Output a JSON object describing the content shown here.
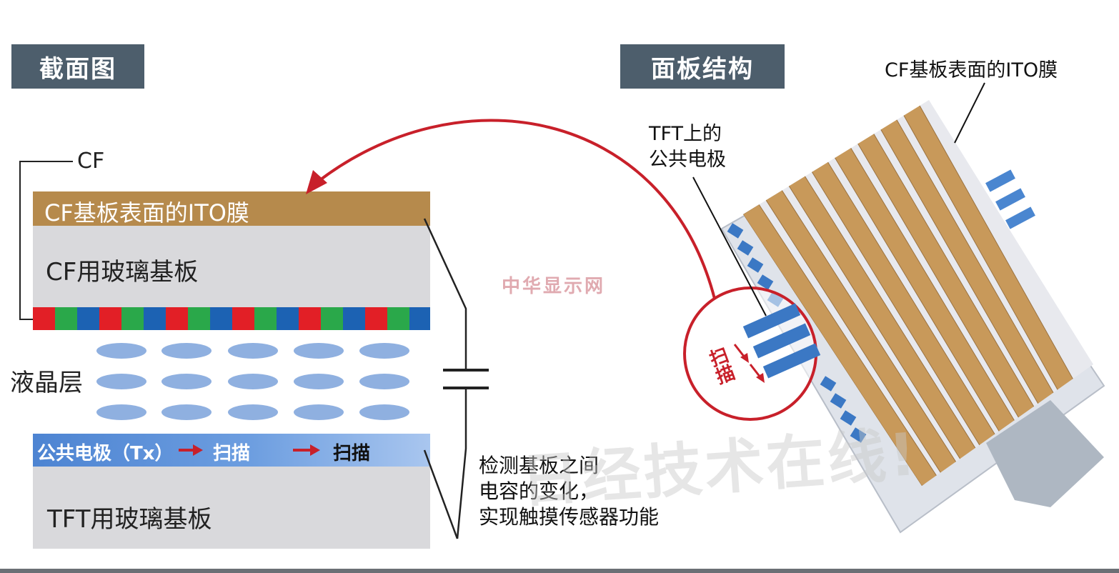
{
  "left_panel": {
    "title": "截面图",
    "cf_label": "CF",
    "ito_film": "CF基板表面的ITO膜",
    "cf_glass": "CF用玻璃基板",
    "lc_layer": "液晶层",
    "common_electrode": "公共电极（Tx）",
    "scan_1": "扫描",
    "scan_2": "扫描",
    "tft_glass": "TFT用玻璃基板",
    "note_lines": [
      "检测基板之间",
      "电容的变化，",
      "实现触摸传感器功能"
    ]
  },
  "right_panel": {
    "title": "面板结构",
    "ito_label": "CF基板表面的ITO膜",
    "tft_label_lines": [
      "TFT上的",
      "公共电极"
    ],
    "scan_label": "扫描"
  },
  "watermarks": {
    "site": "中华显示网",
    "large": "日经技术在线!"
  },
  "colors": {
    "tag_bg": "#4d5e6c",
    "ito": "#b68a4c",
    "glass": "#d9d9dc",
    "red_pixel": "#e21f26",
    "green_pixel": "#2aa84a",
    "blue_pixel": "#1c62b3",
    "lc_ellipse": "#8fb0e0",
    "electrode": "#5b8fd6",
    "arrow_red": "#c8202a"
  }
}
